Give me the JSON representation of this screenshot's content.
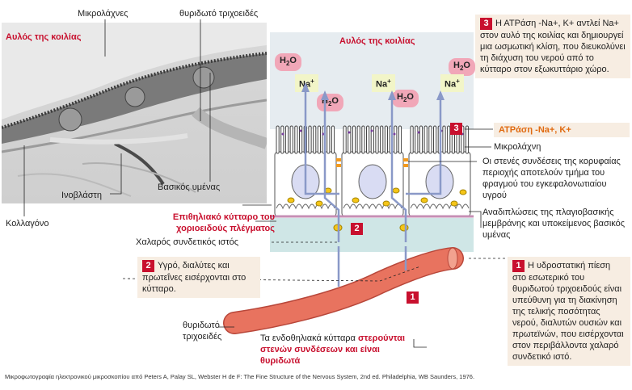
{
  "micrograph": {
    "lumen_label": "Αυλός της κοιλίας",
    "microvilli_label": "Μικρολάχνες",
    "fenestrated_capillary_label": "θυριδωτό τριχοειδές",
    "fibroblast_label": "Ινοβλάστη",
    "basement_membrane_label": "Βασικός υμένας",
    "collagen_label": "Κολλαγόνο"
  },
  "diagram": {
    "lumen_label": "Αυλός της κοιλίας",
    "h2o": "H2O",
    "na": "Na+",
    "epithelial_cell_label": "Επιθηλιακό κύτταρο του χοριοειδούς πλέγματος",
    "loose_tissue_label": "Χαλαρός συνδετικός ιστός",
    "capillary_label": "θυριδωτό τριχοειδές",
    "endothelial_note_plain": "Τα ενδοθηλιακά κύτταρα",
    "endothelial_note_red": "στερούνται στενών συνδέσεων και είναι θυριδωτά",
    "atpase_label": "ΑΤΡάση -Na+, K+",
    "microvillus_label": "Μικρολάχνη",
    "tight_junction_note": "Οι στενές συνδέσεις της κορυφαίας περιοχής αποτελούν τμήμα του φραγμού του εγκεφαλονωτιαίου υγρού",
    "basolateral_note": "Αναδιπλώσεις της πλαγιοβασικής μεμβράνης και υποκείμενος βασικός υμένας"
  },
  "steps": [
    {
      "num": "1",
      "text": "Η υδροστατική πίεση στο εσωτερικό του θυριδωτού τριχοειδούς είναι υπεύθυνη για τη διακίνηση της τελικής ποσότητας νερού, διαλυτών ουσιών και πρωτεϊνών, που εισέρχονται στον περιβάλλοντα χαλαρό συνδετικό ιστό."
    },
    {
      "num": "2",
      "text": "Υγρό, διαλύτες και πρωτεΐνες εισέρχονται στο κύτταρο."
    },
    {
      "num": "3",
      "text": "Η ΑΤΡάση -Na+, K+ αντλεί Na+ στον αυλό της κοιλίας και δημιουργεί μια ωσμωτική κλίση, που διευκολύνει τη διάχυση του νερού από το κύτταρο στον εξωκυττάριο χώρο."
    }
  ],
  "credit": "Μικροφωτογραφία ηλεκτρονικού μικροσκοπίου από Peters A, Palay SL, Webster H de F: The Fine Structure of the Nervous System, 2nd ed. Philadelphia, WB Saunders, 1976.",
  "colors": {
    "accent": "#c8102e",
    "capillary": "#e8735f",
    "lumen": "#e6ecf0",
    "tissue": "#cfe6e6",
    "note_bg": "#f7ede2"
  }
}
